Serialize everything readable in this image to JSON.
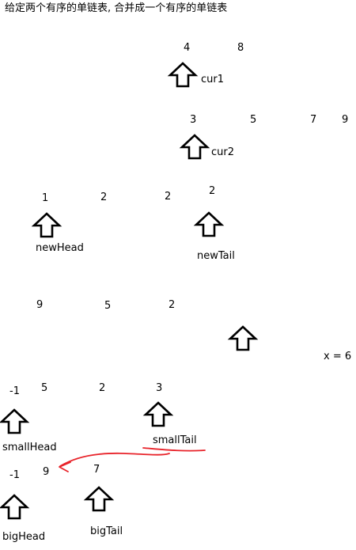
{
  "title": "给定两个有序的单链表, 合并成一个有序的单链表",
  "list1": {
    "values": [
      "4",
      "8"
    ],
    "pointer_label": "cur1"
  },
  "list2": {
    "values": [
      "3",
      "5",
      "7",
      "9"
    ],
    "pointer_label": "cur2"
  },
  "merged": {
    "values": [
      "1",
      "2",
      "2",
      "2"
    ],
    "head_label": "newHead",
    "tail_label": "newTail"
  },
  "partition_input": {
    "values": [
      "9",
      "5",
      "2"
    ],
    "condition": "x = 6"
  },
  "small_list": {
    "values": [
      "-1",
      "5",
      "2",
      "3"
    ],
    "head_label": "smallHead",
    "tail_label": "smallTail"
  },
  "big_list": {
    "values": [
      "-1",
      "9",
      "7"
    ],
    "head_label": "bigHead",
    "tail_label": "bigTail"
  },
  "annotation_color": "#e8232a"
}
